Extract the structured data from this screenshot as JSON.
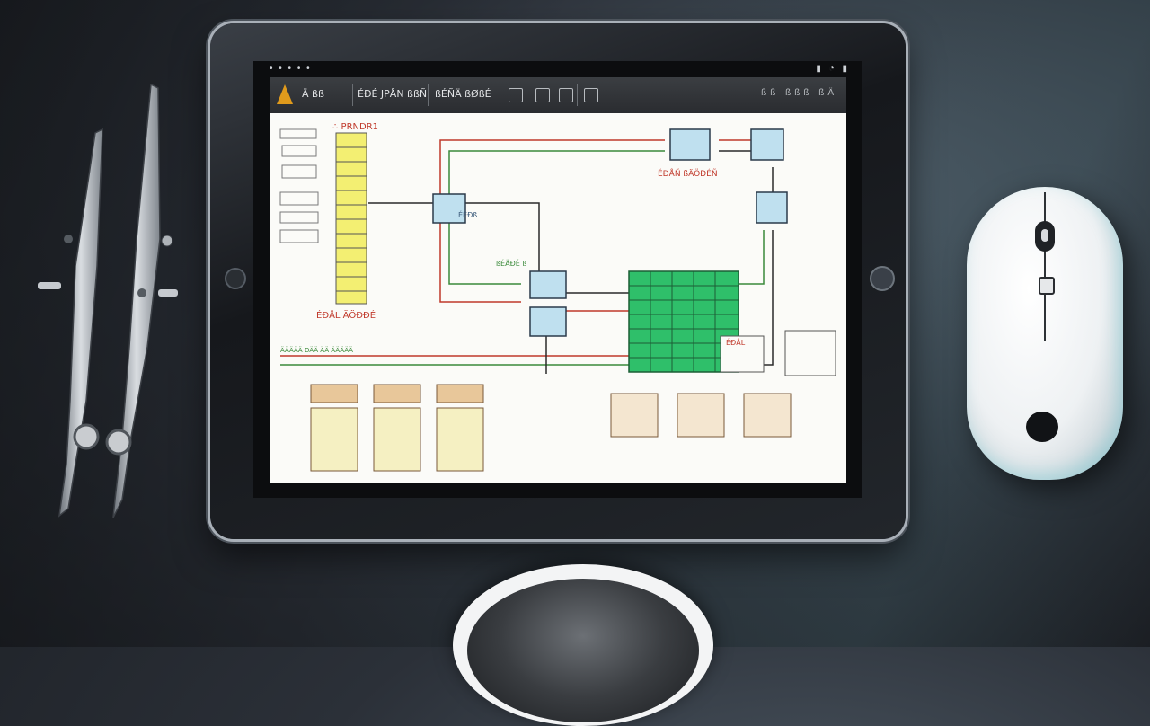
{
  "scene": {
    "description_items": [
      "tablet",
      "caliper",
      "mouse",
      "coffee-cup"
    ]
  },
  "tablet": {
    "statusbar": {
      "left": "• • • • •",
      "right": "▮ ◔ ▮"
    },
    "toolbar": {
      "item1": "Ä ßß",
      "item2": "ÉÐÉ JPÅN ßßÑ",
      "item3": "ßÉÑÄ ßØßÉ",
      "right": "ßß ßßß ßÄ"
    },
    "diagram": {
      "label_top_left": "∴ PRNDR1",
      "label_bottom_left": "ÉÐÅL ÄÖÐÐÉ",
      "label_center_top": "ÉÐÅÑ ßÄÖÐÉÑ",
      "label_mid": "ÉÉÐß",
      "label_center": "ßÉÄÐÉ ß",
      "label_bus": "ÄÄÄÄÄ ÐÄÄ ÄÄ ÄÄÄÄÄ",
      "label_right_box": "ÉÐÅL",
      "colors": {
        "wire_red": "#c0392b",
        "wire_green": "#3a8a3a",
        "wire_dark": "#2b2b2b",
        "block_yellow": "#f3ef72",
        "grid_green": "#2fbf6a",
        "module_blue": "#bfe0ef",
        "card_tan": "#e8c79a"
      }
    }
  }
}
